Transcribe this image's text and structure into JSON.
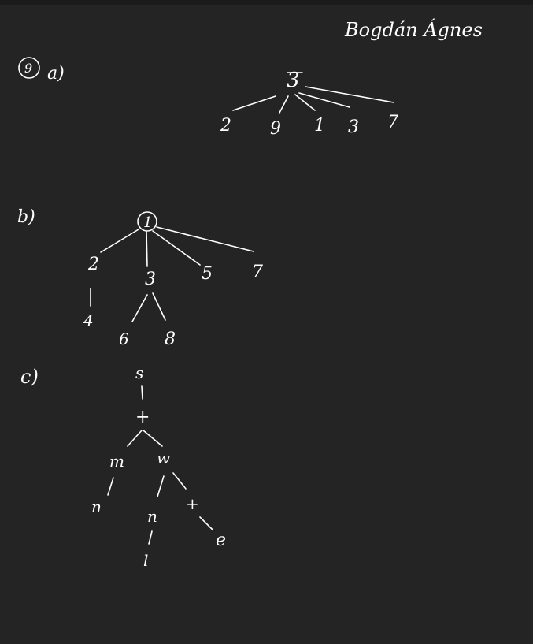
{
  "header": {
    "author": "Bogdán Ágnes"
  },
  "exercise": {
    "number": "9",
    "parts": [
      "a)",
      "b)",
      "c)"
    ]
  },
  "tree_a": {
    "root": "3",
    "children": [
      "2",
      "9",
      "1",
      "3",
      "7"
    ]
  },
  "tree_b": {
    "root": "1",
    "children": [
      "2",
      "3",
      "5",
      "7"
    ],
    "child_of_2": "4",
    "children_of_3": [
      "6",
      "8"
    ]
  },
  "tree_c": {
    "nodes": [
      "s",
      "+",
      "m",
      "w",
      "n",
      "n",
      "+",
      "l",
      "e"
    ]
  },
  "colors": {
    "background": "#242424",
    "ink": "#ffffff"
  }
}
